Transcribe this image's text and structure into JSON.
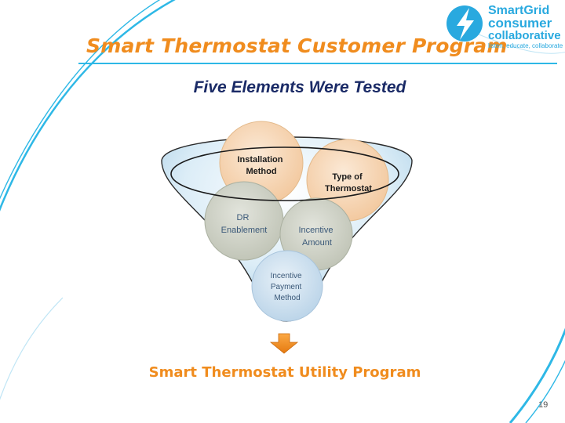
{
  "title": "Smart Thermostat Customer Program",
  "subtitle": "Five Elements Were Tested",
  "logo": {
    "line1": "SmartGrid",
    "line2": "consumer",
    "line3": "collaborative",
    "tagline": "listen, educate, collaborate",
    "icon": "lightning-bolt-icon"
  },
  "elements": {
    "installation": [
      "Installation",
      "Method"
    ],
    "thermostat": [
      "Type of",
      "Thermostat"
    ],
    "dr": [
      "DR",
      "Enablement"
    ],
    "incentive_amount": [
      "Incentive",
      "Amount"
    ],
    "incentive_payment": [
      "Incentive",
      "Payment",
      "Method"
    ]
  },
  "result": "Smart Thermostat Utility Program",
  "page_number": "19",
  "colors": {
    "accent_orange": "#f08c1e",
    "accent_blue": "#29a9df",
    "navy": "#1a2a66",
    "funnel_fill": "#cfe6f2",
    "circle_orange": "#f7d8b8",
    "circle_gray": "#d0d4c8",
    "circle_blue": "#cfe0ee"
  }
}
